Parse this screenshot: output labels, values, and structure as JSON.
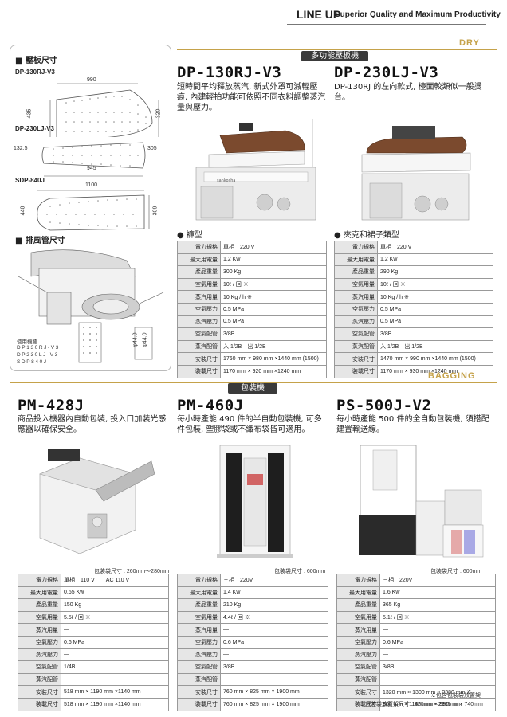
{
  "header": {
    "title": "LINE UP",
    "tagline": "Superior Quality and Maximum Productivity"
  },
  "sections": {
    "dry": {
      "word": "DRY",
      "pill": "多功能壓板機"
    },
    "bagging": {
      "word": "BAGGING",
      "pill": "包裝機"
    }
  },
  "plates": {
    "title": "壓板尺寸",
    "items": [
      {
        "model": "DP-130RJ-V3",
        "dims": [
          "990",
          "435",
          "320"
        ]
      },
      {
        "model": "DP-230LJ-V3",
        "dims": [
          "132.5",
          "305",
          "945"
        ]
      },
      {
        "model": "SDP-840J",
        "dims": [
          "1100",
          "448",
          "309"
        ]
      }
    ],
    "exhaust_title": "排風管尺寸",
    "usage_title": "使用機種",
    "usage_models": [
      "DP130RJ-V3",
      "DP230LJ-V3",
      "SDP840J"
    ],
    "pipe_dims": [
      "φ44.0",
      "φ44.0"
    ]
  },
  "products": [
    {
      "model": "DP-130RJ-V3",
      "desc": "短時間平均釋放蒸汽, 新式外罩可減輕壓痕, 內建輕拍功能可依照不同衣料調整蒸汽量與壓力。",
      "subtype": "褲型",
      "brand": "sankosha",
      "specs": [
        [
          "電力規格",
          "單相　220 V"
        ],
        [
          "最大用電量",
          "1.2 Kw"
        ],
        [
          "產品重量",
          "300 Kg"
        ],
        [
          "空氣用量",
          "10ℓ / 回 ※"
        ],
        [
          "蒸汽用量",
          "10 Kg / h ※"
        ],
        [
          "空氣壓力",
          "0.5 MPa"
        ],
        [
          "蒸汽壓力",
          "0.5 MPa"
        ],
        [
          "空氣配管",
          "3/8B"
        ],
        [
          "蒸汽配管",
          "入 1/2B　出 1/2B"
        ],
        [
          "安裝尺寸",
          "1760 mm × 980 mm ×1440 mm (1500)"
        ],
        [
          "裝載尺寸",
          "1170 mm × 920 mm ×1240 mm"
        ]
      ]
    },
    {
      "model": "DP-230LJ-V3",
      "desc": "DP-130RJ 的左向款式, 檯面較類似一般燙台。",
      "subtype": "夾克和裙子類型",
      "specs": [
        [
          "電力規格",
          "單相　220 V"
        ],
        [
          "最大用電量",
          "1.2 Kw"
        ],
        [
          "產品重量",
          "290 Kg"
        ],
        [
          "空氣用量",
          "10ℓ / 回 ※"
        ],
        [
          "蒸汽用量",
          "10 Kg / h ※"
        ],
        [
          "空氣壓力",
          "0.5 MPa"
        ],
        [
          "蒸汽壓力",
          "0.5 MPa"
        ],
        [
          "空氣配管",
          "3/8B"
        ],
        [
          "蒸汽配管",
          "入 1/2B　出 1/2B"
        ],
        [
          "安裝尺寸",
          "1470 mm × 990 mm ×1440 mm (1500)"
        ],
        [
          "裝載尺寸",
          "1170 mm × 930 mm ×1240 mm"
        ]
      ]
    },
    {
      "model": "PM-428J",
      "desc": "商品投入機器內自動包裝, 投入口加裝光感應器以確保安全。",
      "bagsize": "包裝袋尺寸 : 260mm～280mm",
      "specs": [
        [
          "電力規格",
          "單相　110 V　　AC 110 V"
        ],
        [
          "最大用電量",
          "0.65 Kw"
        ],
        [
          "產品重量",
          "150 Kg"
        ],
        [
          "空氣用量",
          "5.5ℓ / 回 ※"
        ],
        [
          "蒸汽用量",
          "—"
        ],
        [
          "空氣壓力",
          "0.6 MPa"
        ],
        [
          "蒸汽壓力",
          "—"
        ],
        [
          "空氣配管",
          "1/4B"
        ],
        [
          "蒸汽配管",
          "—"
        ],
        [
          "安裝尺寸",
          "518 mm × 1190 mm ×1140 mm"
        ],
        [
          "裝載尺寸",
          "518 mm × 1190 mm ×1140 mm"
        ]
      ]
    },
    {
      "model": "PM-460J",
      "desc": "每小時產能 490 件的半自動包裝機, 可多件包裝, 塑膠袋或不織布袋皆可適用。",
      "bagsize": "包裝袋尺寸 : 600mm",
      "specs": [
        [
          "電力規格",
          "三相　220V"
        ],
        [
          "最大用電量",
          "1.4 Kw"
        ],
        [
          "產品重量",
          "210 Kg"
        ],
        [
          "空氣用量",
          "4.4ℓ / 回 ※"
        ],
        [
          "蒸汽用量",
          "—"
        ],
        [
          "空氣壓力",
          "0.6 MPa"
        ],
        [
          "蒸汽壓力",
          "—"
        ],
        [
          "空氣配管",
          "3/8B"
        ],
        [
          "蒸汽配管",
          "—"
        ],
        [
          "安裝尺寸",
          "760 mm × 825 mm × 1900 mm"
        ],
        [
          "裝載尺寸",
          "760 mm × 825 mm × 1900 mm"
        ]
      ]
    },
    {
      "model": "PS-500J-V2",
      "desc": "每小時產能 500 件的全自動包裝機, 須搭配建置輸送線。",
      "bagsize": "包裝袋尺寸 : 600mm",
      "specs": [
        [
          "電力規格",
          "三相　220V"
        ],
        [
          "最大用電量",
          "1.6 Kw"
        ],
        [
          "產品重量",
          "365 Kg"
        ],
        [
          "空氣用量",
          "5.1ℓ / 回 ※"
        ],
        [
          "蒸汽用量",
          "—"
        ],
        [
          "空氣壓力",
          "0.6 MPa"
        ],
        [
          "蒸汽壓力",
          "—"
        ],
        [
          "空氣配管",
          "3/8B"
        ],
        [
          "蒸汽配管",
          "—"
        ],
        [
          "安裝尺寸",
          "1320 mm × 1300 mm × 2380 mm ※"
        ],
        [
          "裝載尺寸",
          "900 mm × 1180 mm × 2365 mm"
        ]
      ]
    }
  ],
  "footnotes": [
    "※包含包裝袋放置架",
    "包裝袋放置架尺寸 : 420mm × 980mm × 740mm"
  ]
}
